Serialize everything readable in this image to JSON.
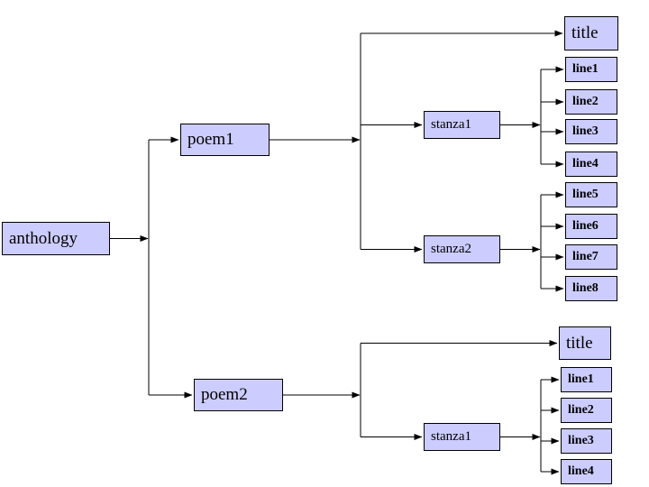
{
  "diagram": {
    "type": "tree",
    "colors": {
      "node_fill": "#ccccff",
      "node_border": "#000000",
      "edge": "#000000",
      "background": "#ffffff"
    },
    "nodes": {
      "anthology": {
        "label": "anthology"
      },
      "poem1": {
        "label": "poem1"
      },
      "poem2": {
        "label": "poem2"
      },
      "p1_title": {
        "label": "title"
      },
      "p1_stanza1": {
        "label": "stanza1"
      },
      "p1_stanza2": {
        "label": "stanza2"
      },
      "p1s1_line1": {
        "label": "line1"
      },
      "p1s1_line2": {
        "label": "line2"
      },
      "p1s1_line3": {
        "label": "line3"
      },
      "p1s1_line4": {
        "label": "line4"
      },
      "p1s2_line5": {
        "label": "line5"
      },
      "p1s2_line6": {
        "label": "line6"
      },
      "p1s2_line7": {
        "label": "line7"
      },
      "p1s2_line8": {
        "label": "line8"
      },
      "p2_title": {
        "label": "title"
      },
      "p2_stanza1": {
        "label": "stanza1"
      },
      "p2s1_line1": {
        "label": "line1"
      },
      "p2s1_line2": {
        "label": "line2"
      },
      "p2s1_line3": {
        "label": "line3"
      },
      "p2s1_line4": {
        "label": "line4"
      }
    },
    "hierarchy": {
      "anthology": {
        "poem1": {
          "title": [],
          "stanza1": [
            "line1",
            "line2",
            "line3",
            "line4"
          ],
          "stanza2": [
            "line5",
            "line6",
            "line7",
            "line8"
          ]
        },
        "poem2": {
          "title": [],
          "stanza1": [
            "line1",
            "line2",
            "line3",
            "line4"
          ]
        }
      }
    }
  }
}
